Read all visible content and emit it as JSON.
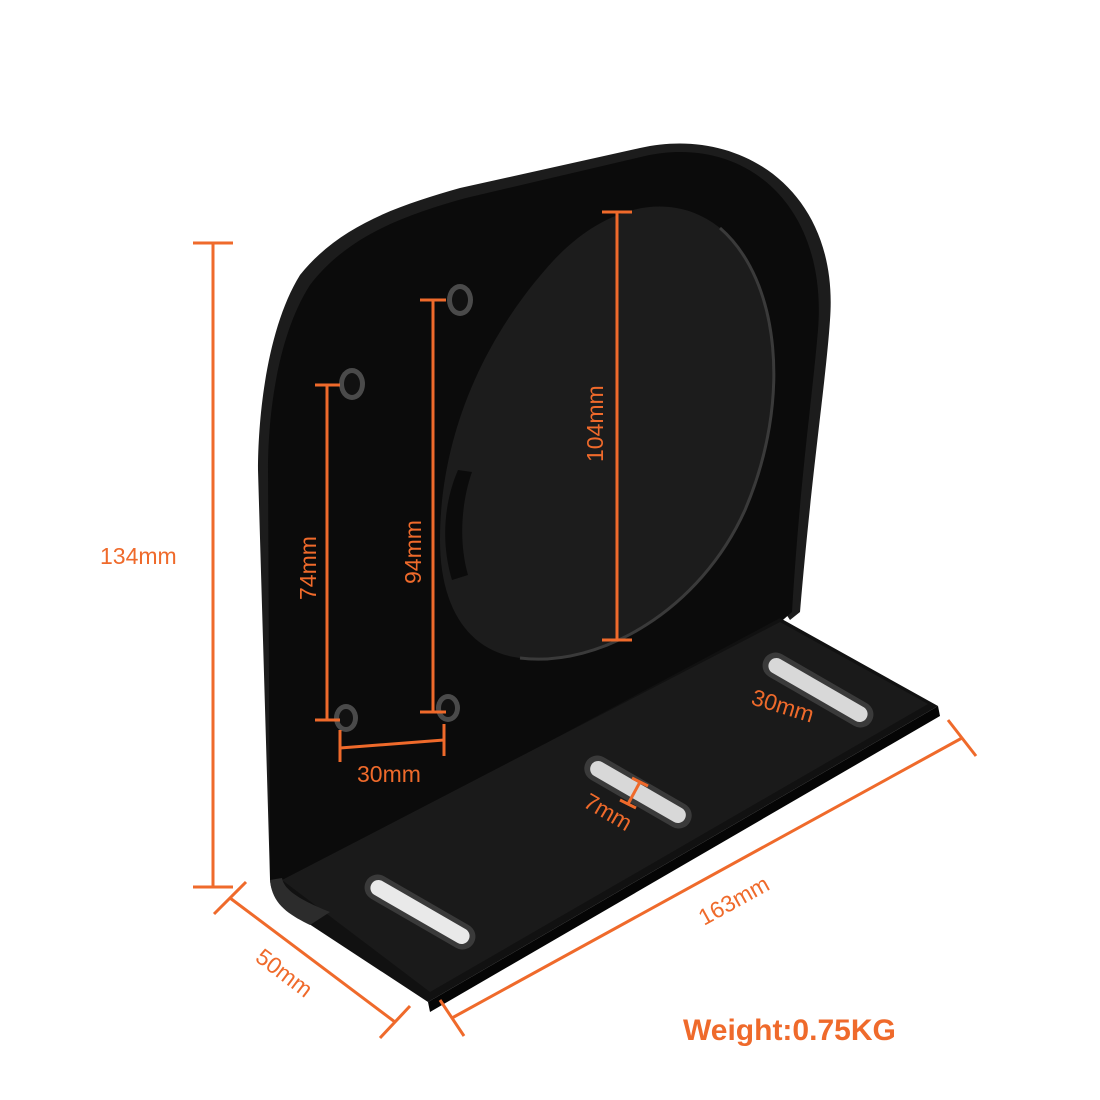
{
  "colors": {
    "background": "#ffffff",
    "bracket": "#0b0b0b",
    "bracket_edge": "#2a2a2a",
    "dimension": "#ef6a2b"
  },
  "dimensions": {
    "height": "134mm",
    "hole_vertical_small": "74mm",
    "hole_vertical_large": "94mm",
    "bore_diameter": "104mm",
    "hole_horizontal": "30mm",
    "slot_length": "30mm",
    "slot_width": "7mm",
    "length": "163mm",
    "depth": "50mm"
  },
  "weight_label": "Weight:0.75KG"
}
